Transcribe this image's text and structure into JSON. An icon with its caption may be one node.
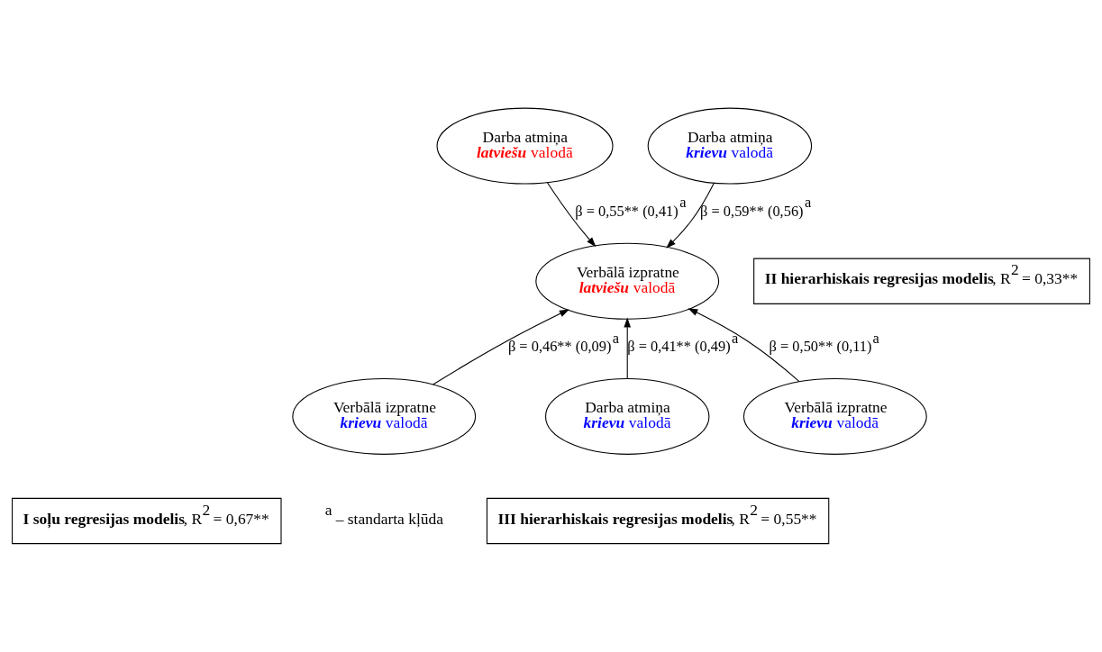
{
  "diagram": {
    "nodes": [
      {
        "text": [
          "Darba atmiņa",
          "**latviešu** valodā"
        ]
      },
      {
        "text": [
          "Verbālā izpratne",
          "**krievu** valodā"
        ]
      },
      {
        "text": [
          "**I soļu regresijas modelis**, R$^{2}$ = 0,67**"
        ]
      },
      {
        "text": [
          "Verbālā izpratne",
          "**latviešu** valodā"
        ]
      },
      {
        "text": [
          "Darba atmiņa",
          "**krievu** valodā"
        ]
      },
      {
        "text": [
          "**II hierarhiskais regresijas modelis**, R$^{2}$ = 0,33**"
        ]
      },
      {
        "text": [
          "Darba atmiņa",
          "**krievu** valodā"
        ]
      },
      {
        "text": [
          "Verbālā izpratne",
          "**krievu** valodā"
        ]
      },
      {
        "text": [
          "**III hierarhiskais regresijas modelis**, R$^{2}$ = 0,55**"
        ]
      }
    ],
    "edges": [
      {
        "from": 0,
        "to": 3,
        "arrow": "to",
        "label": "β = 0,55** (0,41)$^{a}$"
      },
      {
        "from": 1,
        "to": 3,
        "arrow": "to",
        "label": "β = 0,46** (0,09)$^{a}$"
      },
      {
        "from": 4,
        "to": 3,
        "arrow": "to",
        "label": "β = 0,59** (0,56)$^{a}$"
      },
      {
        "from": 6,
        "to": 3,
        "arrow": "to",
        "label": "β = 0,41** (0,49)$^{a}$"
      },
      {
        "from": 7,
        "to": 3,
        "arrow": "to",
        "label": "β = 0,50** (0,11)$^{a}$"
      }
    ],
    "labels": [
      "$^{a}$ – standarta kļūda"
    ]
  }
}
